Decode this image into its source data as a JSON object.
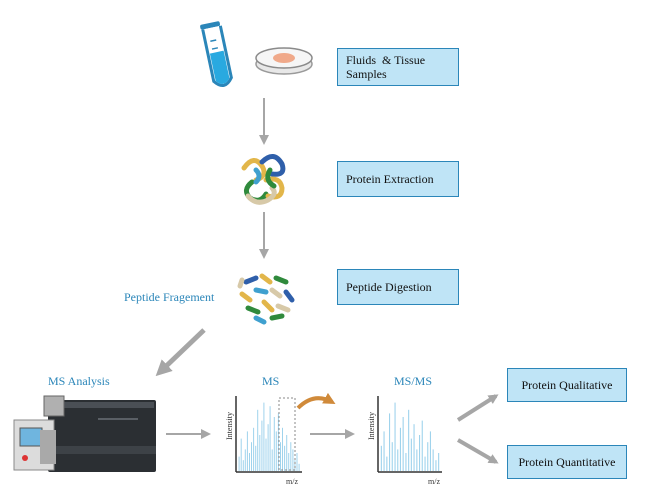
{
  "steps": {
    "samples": "Fluids  & Tissue\nSamples",
    "extraction": "Protein Extraction",
    "digestion": "Peptide Digestion",
    "qualitative": "Protein Qualitative",
    "quantitative": "Protein Quantitative"
  },
  "labels": {
    "peptide_fragment": "Peptide Fragement",
    "ms_analysis": "MS Analysis",
    "ms": "MS",
    "msms": "MS/MS",
    "intensity": "Intensity",
    "mz": "m/z"
  },
  "spectra": {
    "ms": [
      0.2,
      0.45,
      0.15,
      0.3,
      0.55,
      0.25,
      0.4,
      0.6,
      0.35,
      0.85,
      0.5,
      0.7,
      0.95,
      0.45,
      0.65,
      0.9,
      0.3,
      0.75,
      0.55,
      0.8,
      0.4,
      0.6,
      0.35,
      0.5,
      0.25,
      0.4,
      0.3,
      0.15,
      0.25,
      0.1
    ],
    "msms": [
      0.35,
      0.55,
      0.2,
      0.8,
      0.4,
      0.95,
      0.3,
      0.6,
      0.75,
      0.25,
      0.85,
      0.45,
      0.65,
      0.3,
      0.5,
      0.7,
      0.2,
      0.4,
      0.55,
      0.3,
      0.15,
      0.25
    ]
  },
  "colors": {
    "box_fill": "#bfe4f6",
    "box_border": "#2b86b9",
    "label_blue": "#2b86b9",
    "arrow_gray": "#a6a6a6",
    "peak": "#9fd3ec",
    "curve_orange": "#d08a3a"
  }
}
